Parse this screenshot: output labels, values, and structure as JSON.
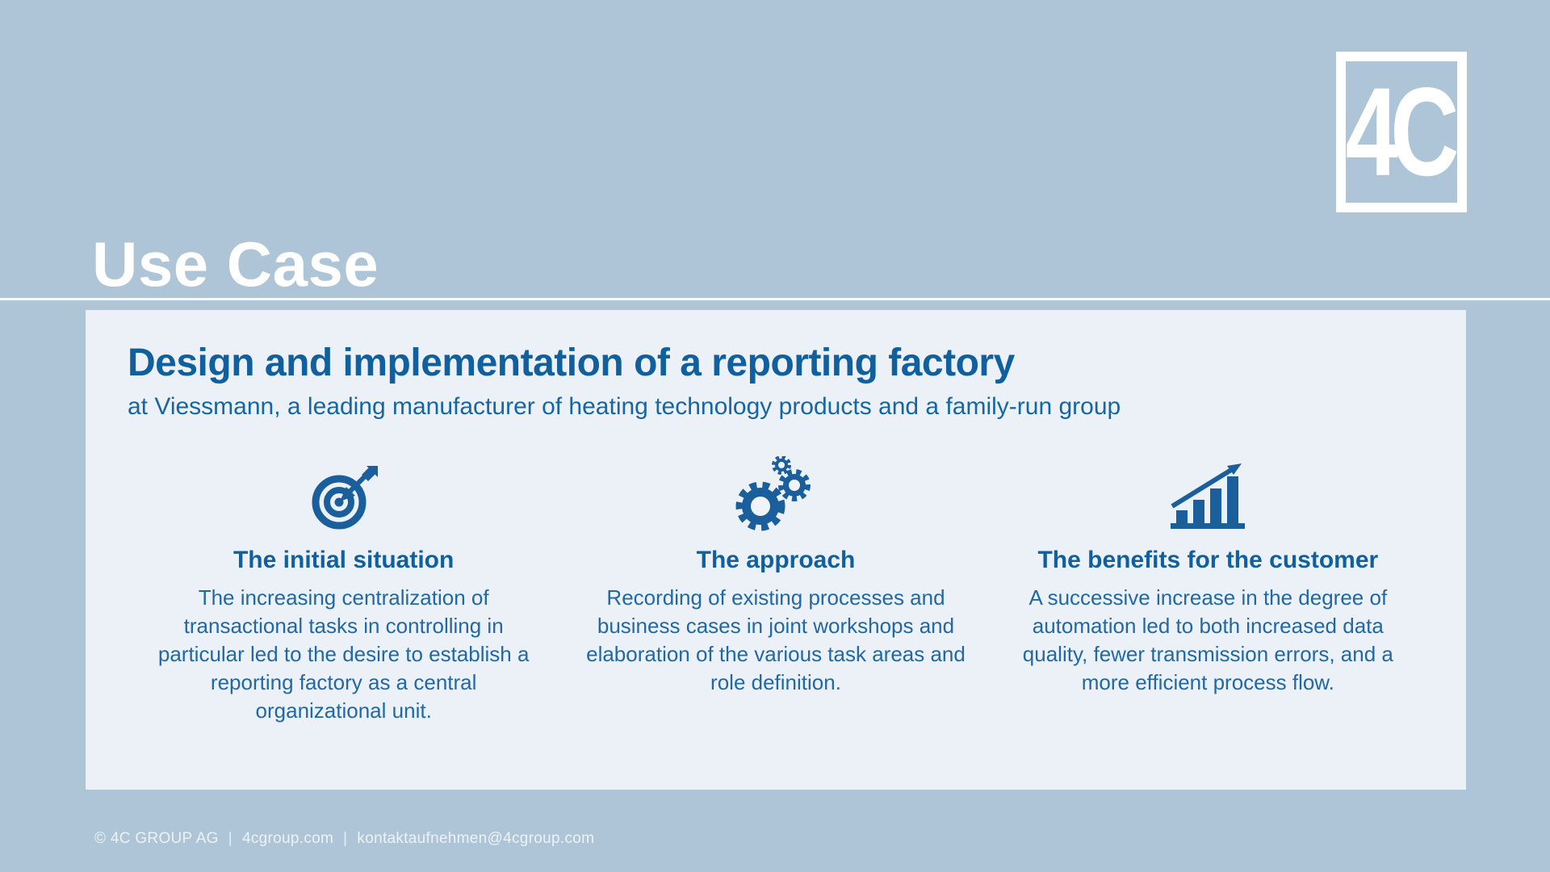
{
  "slide": {
    "title": "Use Case",
    "logo": {
      "text": "4C"
    },
    "heading": "Design and implementation of a reporting factory",
    "subheading": "at Viessmann, a leading manufacturer of heating technology products and a family-run group",
    "columns": [
      {
        "icon": "target-arrow-icon",
        "title": "The initial situation",
        "body": "The increasing centralization of transactional tasks in controlling in particular led to the desire to establish a reporting factory as a central organizational unit."
      },
      {
        "icon": "gears-icon",
        "title": "The approach",
        "body": "Recording of existing processes and business cases in joint workshops and elaboration of the various task areas and role definition."
      },
      {
        "icon": "growth-chart-icon",
        "title": "The benefits for the customer",
        "body": "A successive increase in the degree of automation led to both increased data quality, fewer transmission errors, and a more efficient process flow."
      }
    ],
    "footer": {
      "copyright": "© 4C GROUP AG",
      "separator": "|",
      "website": "4cgroup.com",
      "email": "kontaktaufnehmen@4cgroup.com"
    },
    "colors": {
      "accent_blue": "#10609F",
      "icon_blue": "#1A5E9C",
      "body_blue": "#2268A4",
      "panel_bg": "#F0F4F8",
      "background_top": "#BDD5E7",
      "background_bottom": "#97AABB",
      "white": "#FFFFFF"
    }
  }
}
